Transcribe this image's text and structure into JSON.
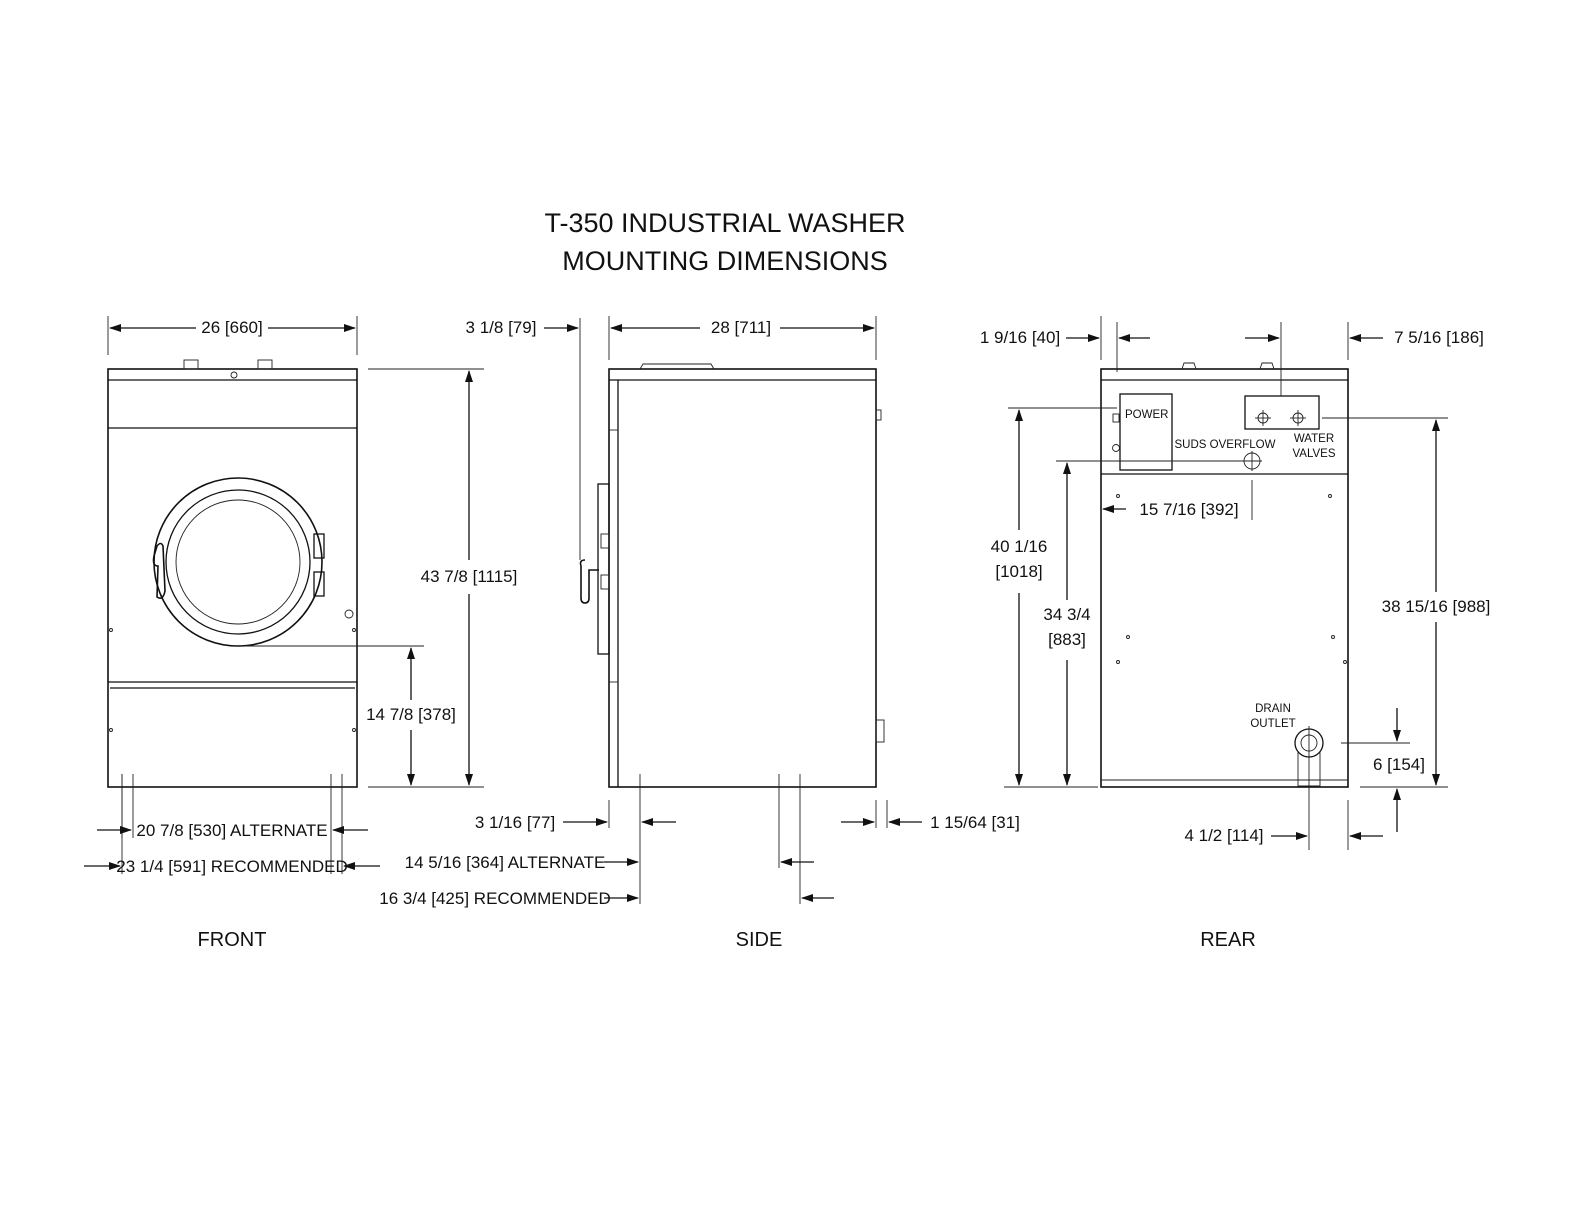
{
  "title": {
    "line1": "T-350 INDUSTRIAL WASHER",
    "line2": "MOUNTING DIMENSIONS"
  },
  "views": {
    "front": "FRONT",
    "side": "SIDE",
    "rear": "REAR"
  },
  "front": {
    "width": "26 [660]",
    "height": "43 7/8 [1115]",
    "door_center_height": "14 7/8 [378]",
    "alternate": "20 7/8 [530] ALTERNATE",
    "recommended": "23 1/4 [591] RECOMMENDED"
  },
  "side": {
    "depth": "28 [711]",
    "handle": "3 1/8 [79]",
    "front_offset": "3 1/16 [77]",
    "rear_offset": "1 15/64 [31]",
    "alternate": "14 5/16 [364] ALTERNATE",
    "recommended": "16 3/4 [425] RECOMMENDED"
  },
  "rear": {
    "left_offset": "1 9/16 [40]",
    "right_offset": "7 5/16 [186]",
    "suds_offset": "15 7/16 [392]",
    "power_height_a": "40 1/16",
    "power_height_b": "[1018]",
    "suds_height_a": "34 3/4",
    "suds_height_b": "[883]",
    "water_height": "38 15/16 [988]",
    "drain_height": "6 [154]",
    "drain_offset": "4 1/2 [114]",
    "power_label": "POWER",
    "suds_label": "SUDS OVERFLOW",
    "water_label_1": "WATER",
    "water_label_2": "VALVES",
    "drain_label_1": "DRAIN",
    "drain_label_2": "OUTLET"
  },
  "icons": [
    "arrow-icon"
  ]
}
